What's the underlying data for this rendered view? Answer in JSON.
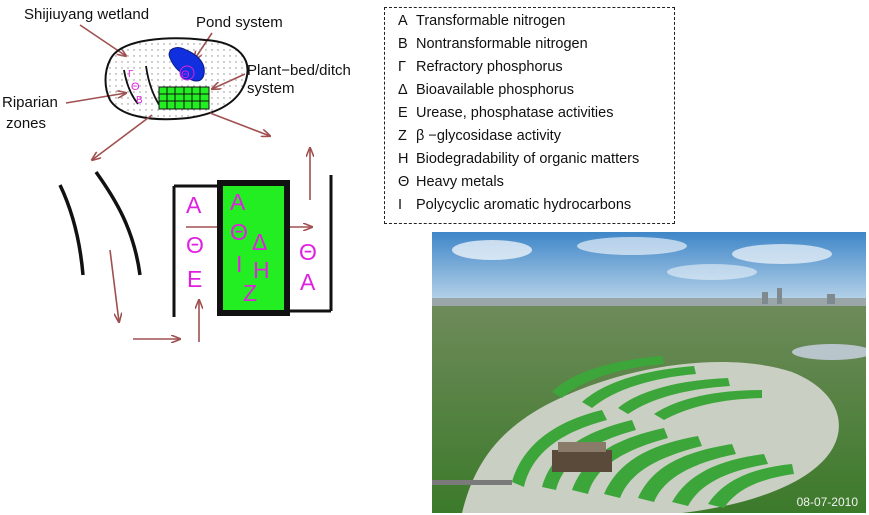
{
  "diagram": {
    "labels": {
      "wetland": "Shijiuyang wetland",
      "pond": "Pond system",
      "plant_bed_1": "Plant−bed/ditch",
      "plant_bed_2": "system",
      "riparian_1": "Riparian",
      "riparian_2": "zones"
    },
    "map_symbols": {
      "gamma": "Γ",
      "theta": "Θ",
      "b": "B",
      "pond_theta": "Θ"
    },
    "column_left": [
      "A",
      "Θ",
      "E"
    ],
    "column_center_left": [
      "A",
      "Θ",
      "I",
      "Z"
    ],
    "column_center_right": [
      "Δ",
      "H"
    ],
    "column_right": [
      "Θ",
      "A"
    ],
    "colors": {
      "pink": "#e020e0",
      "green": "#22ee22",
      "blue": "#1030e0",
      "arrow": "#a05050"
    }
  },
  "legend": [
    {
      "symbol": "A",
      "text": "Transformable nitrogen"
    },
    {
      "symbol": "B",
      "text": "Nontransformable nitrogen"
    },
    {
      "symbol": "Γ",
      "text": "Refractory phosphorus"
    },
    {
      "symbol": "Δ",
      "text": "Bioavailable phosphorus"
    },
    {
      "symbol": "E",
      "text": "Urease, phosphatase activities"
    },
    {
      "symbol": "Z",
      "text": "β −glycosidase activity"
    },
    {
      "symbol": "H",
      "text": "Biodegradability of organic matters"
    },
    {
      "symbol": "Θ",
      "text": "Heavy metals"
    },
    {
      "symbol": "I",
      "text": "Polycyclic aromatic hydrocarbons"
    }
  ],
  "photo": {
    "date": "08-07-2010"
  }
}
